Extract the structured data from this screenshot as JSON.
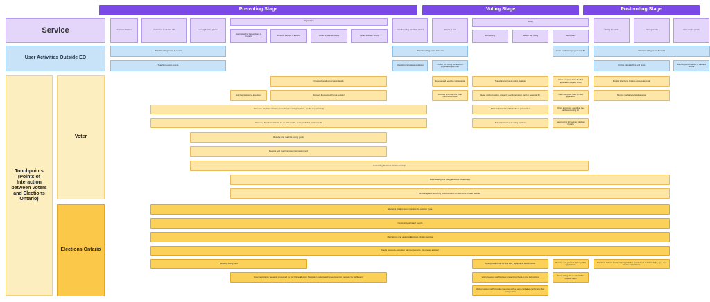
{
  "stages": {
    "pre": "Pre-voting Stage",
    "voting": "Voting Stage",
    "post": "Post-voting Stage"
  },
  "rows": {
    "service": "Service",
    "user_activities": "User Activities Outside EO",
    "touchpoints": "Touchpoints (Points of Interaction between Voters and Elections Ontario)",
    "voter": "Voter",
    "eo": "Elections Ontario"
  },
  "service": {
    "anticipate": "Anticipate Election",
    "awareness": "Awareness on election call",
    "learning": "Learning & voting process",
    "registration": "Registration",
    "reg_1": "Get Updated by Digital Voters & Contacts",
    "reg_2": "Personal Register & Electors",
    "reg_3": "Update & Maintain Voters",
    "reg_4": "Update & Retain Voters",
    "candidate": "Consider voting candidate options",
    "prepare": "Prepare to vote",
    "voting": "Voting",
    "early": "Early Voting",
    "eday": "Election Day Voting",
    "mail": "Mail-in ballot",
    "waiting": "Waiting for results",
    "viewing": "Viewing results",
    "post_period": "Post election period"
  },
  "user": {
    "watch_pre": "Watch/reading news & media",
    "teaching": "Teaching event events",
    "watch_mid": "Watch/reading news & media",
    "checking": "Checking candidate websites",
    "check_loc": "Check for voting location on physical/digital map",
    "scan": "Scan or photocopy personal ID",
    "watch_post": "Watch/reading news & media",
    "infographics": "Online infographics and stats",
    "monitor": "Monitor performance of elected official"
  },
  "voter": {
    "change": "Change/updating personal details",
    "add": "Add themselves to a register",
    "remove": "Remove themselves from a register",
    "promo": "Voter see Elections Ontario promotional media (television, media appearances)",
    "print": "Voter see Elections Ontario ad on print media, news, websites, social media",
    "guide": "Receive and read the voting guide",
    "card": "Receive and read the voter information card",
    "contact": "Contacting Elections Ontario for help",
    "app": "Downloading and using Elections Ontario app",
    "website": "Browsing and searching for information on Elections Ontario website",
    "v_receive_guide": "Receive and read the voting guide",
    "v_receive_card": "Receive and read the voter information card",
    "v_travel1": "Travel and arrive at voting location",
    "v_enter": "Enter voting location, present voter information card or personal ID",
    "v_mark": "Mark ballot and hand in ballot to poll worker",
    "v_travel2": "Travel and arrive at voting location",
    "m_complete": "Voter complete Vote by Mail application (Digital, Print)",
    "m_app": "Voter complete Vote by Mail application",
    "m_once": "Once approved, complete the delivered voting kit",
    "m_send": "Send voting kit back to Election Ontario",
    "p_monitor": "Monitor Elections Ontario website and app",
    "p_media": "Monitor media reports of election"
  },
  "eo": {
    "contact_centre": "Elections Ontario team monitors the election cycle",
    "community": "Community outreach events",
    "maintain": "Maintaining and updating Elections Ontario website",
    "media": "Media presence campaign (announcements, interviews, articles)",
    "sending": "Sending voting card",
    "registration": "Voter registration requests processed by the Online Election Navigation (automated/ government or manually by staff/team)",
    "setup": "Voting location set up with staff, equipment, and furniture",
    "staff": "Voting location staff/workers presenting check-in and instructions",
    "provide": "Voting location staff provides the voter with a ballot card after confirming their voting status",
    "receive_mail": "Receive and process Vote by Mail applications",
    "send_kits": "Send voting kits to voters that request them",
    "headquarters": "Elections Ontario headquarters push live updates out to EO website, app, and media contact form"
  }
}
